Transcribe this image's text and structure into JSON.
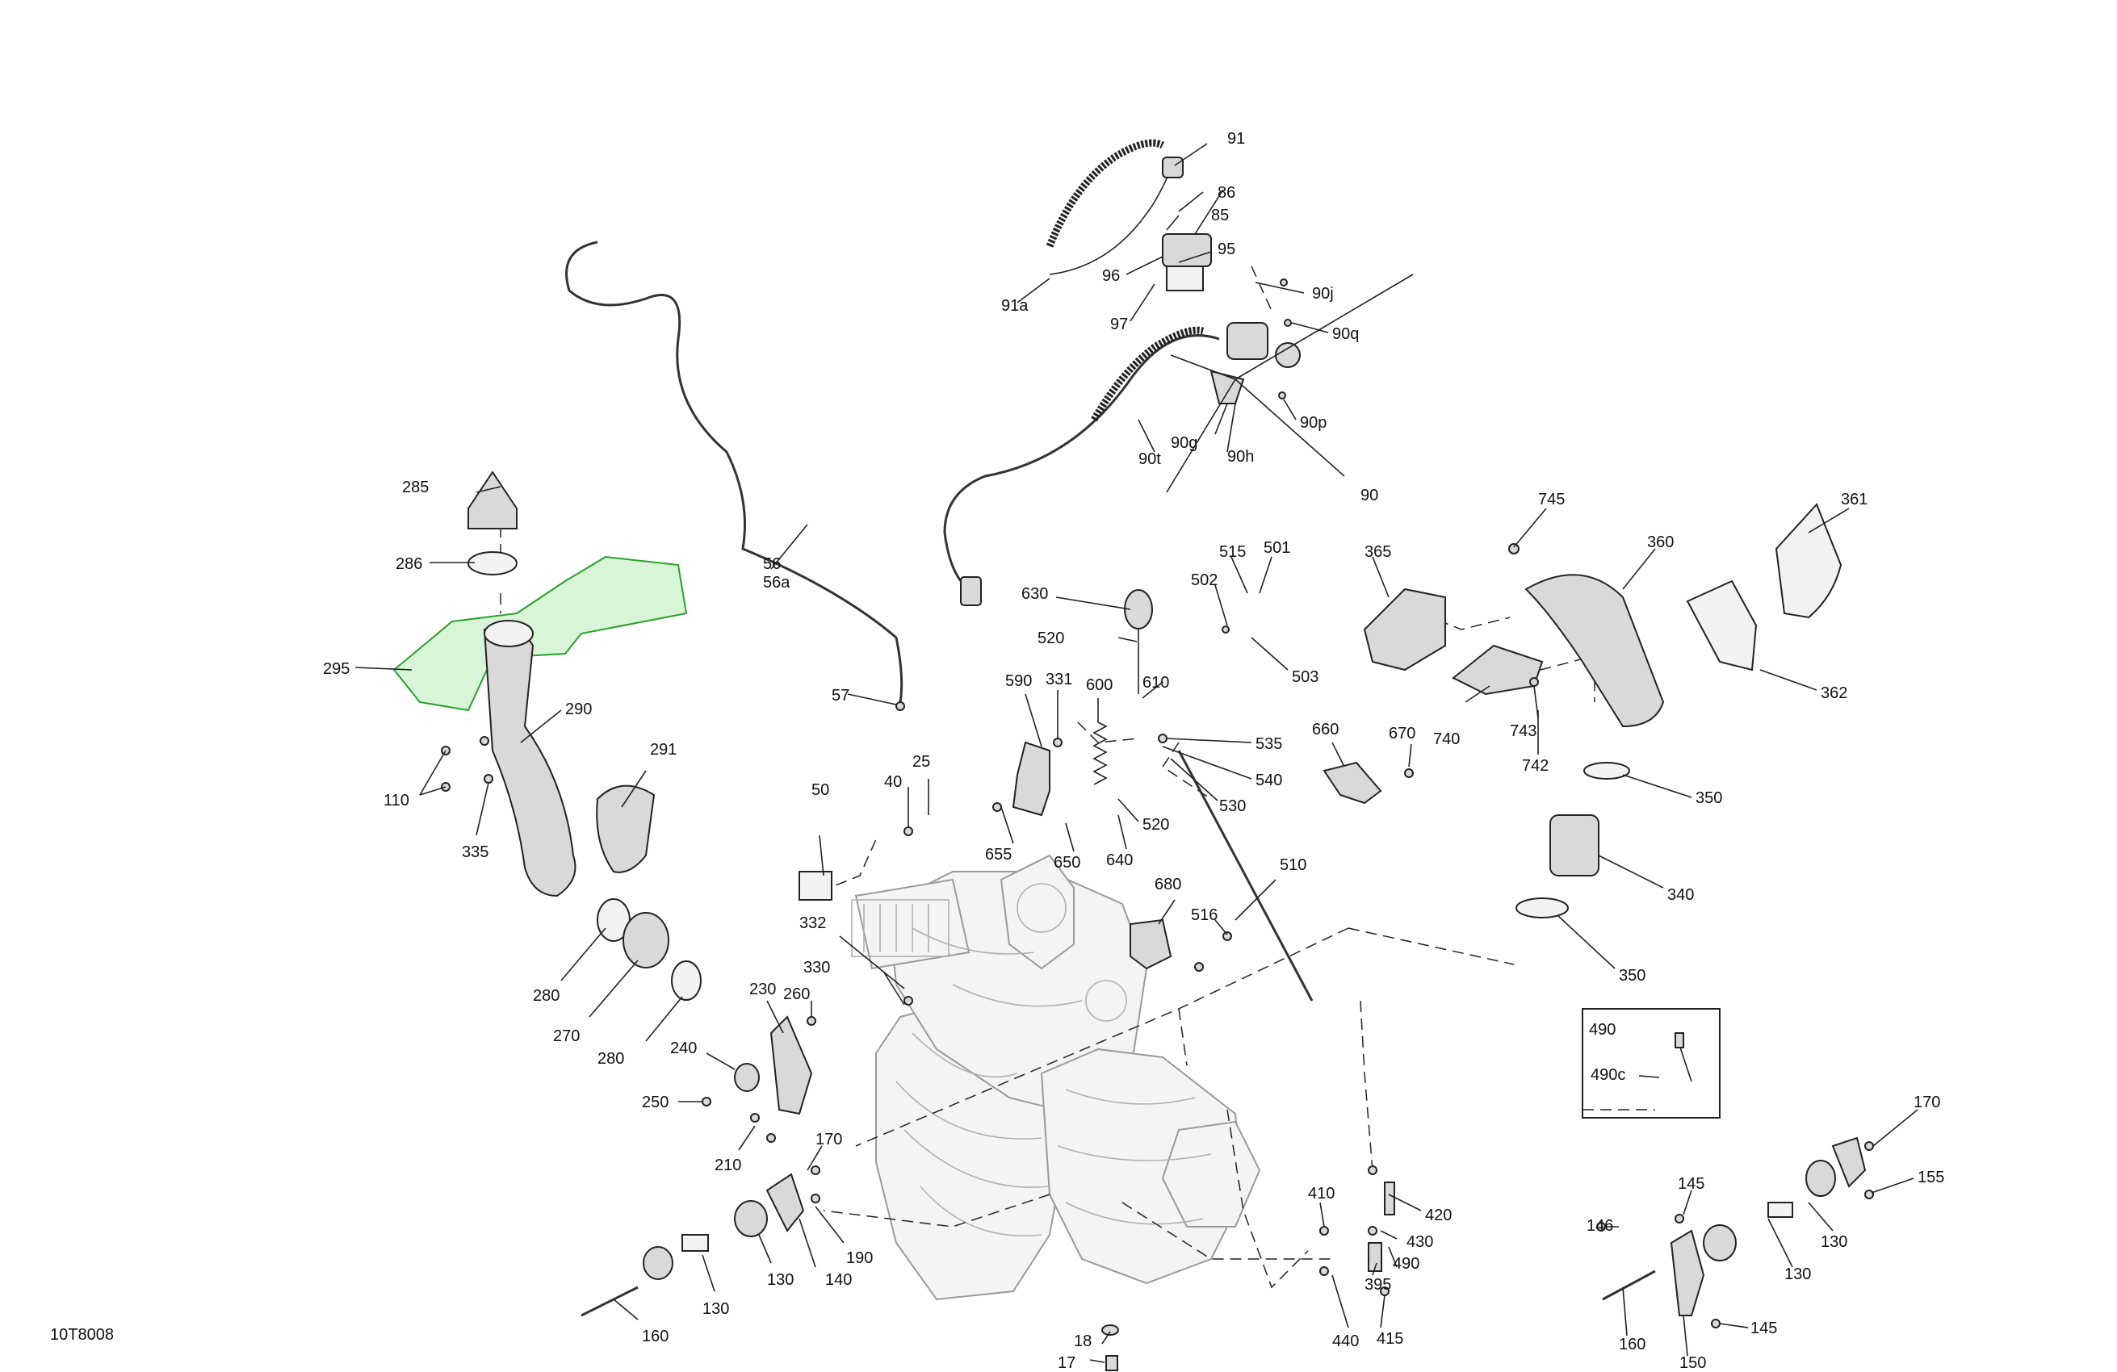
{
  "figure_id": "10T8008",
  "inset": {
    "title": "490",
    "part_label": "490c"
  },
  "labels": [
    "91",
    "86",
    "85",
    "95",
    "96",
    "91a",
    "97",
    "90j",
    "90q",
    "90p",
    "90g",
    "90h",
    "90t",
    "90",
    "285",
    "286",
    "295",
    "290",
    "291",
    "110",
    "335",
    "56",
    "56a",
    "57",
    "630",
    "520",
    "590",
    "331",
    "600",
    "610",
    "535",
    "540",
    "530",
    "520",
    "655",
    "650",
    "640",
    "515",
    "501",
    "502",
    "503",
    "745",
    "365",
    "360",
    "361",
    "362",
    "740",
    "743",
    "742",
    "660",
    "670",
    "350",
    "340",
    "350",
    "50",
    "40",
    "25",
    "332",
    "330",
    "230",
    "260",
    "240",
    "250",
    "210",
    "170",
    "280",
    "270",
    "280",
    "680",
    "516",
    "510",
    "490",
    "490c",
    "170",
    "190",
    "140",
    "130",
    "130",
    "160",
    "410",
    "420",
    "430",
    "490",
    "395",
    "440",
    "415",
    "18",
    "17",
    "170",
    "155",
    "145",
    "146",
    "130",
    "130",
    "160",
    "150",
    "145"
  ],
  "colors": {
    "highlight_part": "#2aa02a",
    "line": "#222222",
    "engine": "#9a9a9a"
  }
}
